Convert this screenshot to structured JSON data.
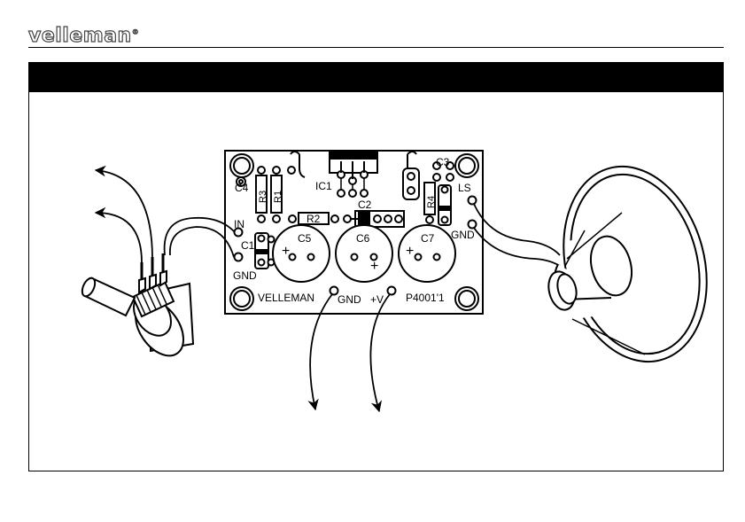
{
  "brand": {
    "logo_text": "velleman",
    "registered_mark": "®"
  },
  "header_bar": {
    "title": ""
  },
  "board": {
    "labels": {
      "c4": "C4",
      "r3": "R3",
      "r1": "R1",
      "in": "IN",
      "c1": "C1",
      "gnd_left": "GND",
      "r2": "R2",
      "c2": "C2",
      "ic1": "IC1",
      "c5": "C5",
      "c6": "C6",
      "c7": "C7",
      "c3": "C3",
      "r4": "R4",
      "ls": "LS",
      "gnd_right": "GND",
      "velleman": "VELLEMAN",
      "gnd_bottom": "GND",
      "plus_v": "+V",
      "part_no": "P4001'1",
      "plus_c5": "+",
      "plus_c6": "+",
      "plus_c7": "+"
    }
  }
}
